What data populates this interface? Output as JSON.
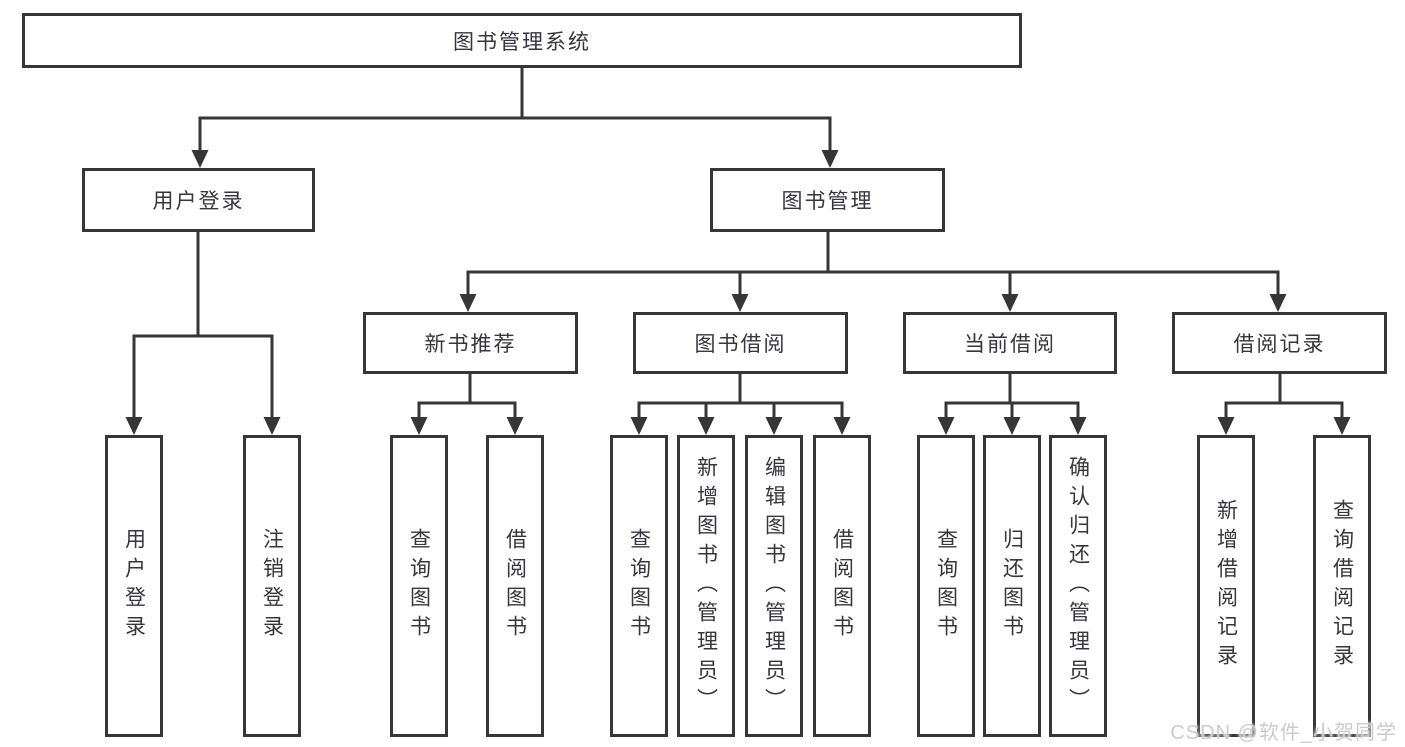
{
  "diagram_title": "图书管理系统",
  "watermark": "CSDN @软件_小贺同学",
  "colors": {
    "line": "#363639",
    "border": "#363639",
    "text": "#36363d",
    "watermark": "#cbcbcb",
    "background": "#ffffff"
  },
  "tree": {
    "label": "图书管理系统",
    "children": [
      {
        "label": "用户登录",
        "children": [
          {
            "label": "用户登录"
          },
          {
            "label": "注销登录"
          }
        ]
      },
      {
        "label": "图书管理",
        "children": [
          {
            "label": "新书推荐",
            "children": [
              {
                "label": "查询图书"
              },
              {
                "label": "借阅图书"
              }
            ]
          },
          {
            "label": "图书借阅",
            "children": [
              {
                "label": "查询图书"
              },
              {
                "label": "新增图书（管理员）"
              },
              {
                "label": "编辑图书（管理员）"
              },
              {
                "label": "借阅图书"
              }
            ]
          },
          {
            "label": "当前借阅",
            "children": [
              {
                "label": "查询图书"
              },
              {
                "label": "归还图书"
              },
              {
                "label": "确认归还（管理员）"
              }
            ]
          },
          {
            "label": "借阅记录",
            "children": [
              {
                "label": "新增借阅记录"
              },
              {
                "label": "查询借阅记录"
              }
            ]
          }
        ]
      }
    ]
  }
}
